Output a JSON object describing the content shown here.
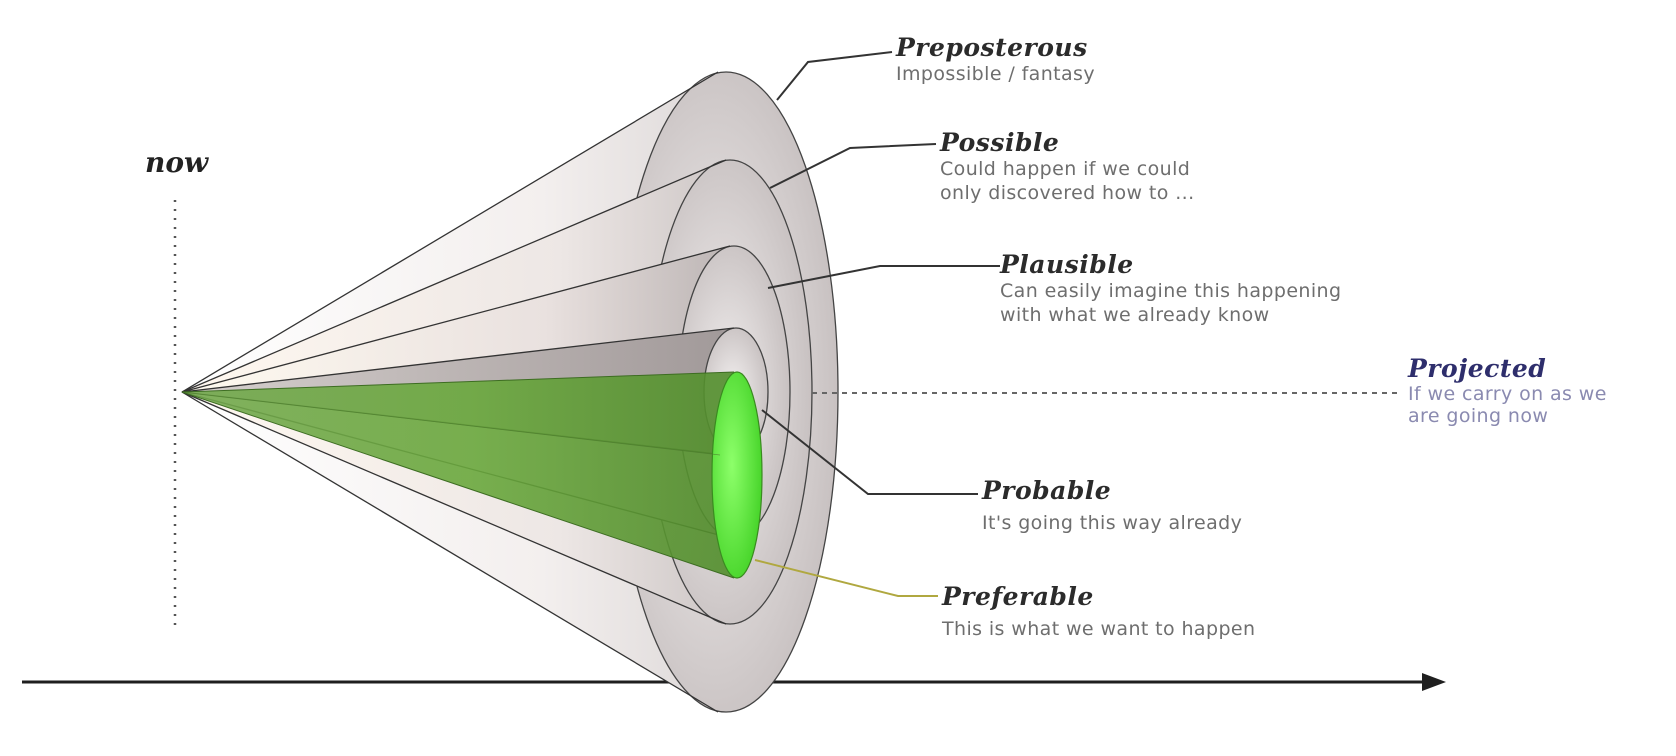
{
  "now_label": "now",
  "futures": [
    {
      "key": "preposterous",
      "title": "Preposterous",
      "desc": [
        "Impossible / fantasy"
      ]
    },
    {
      "key": "possible",
      "title": "Possible",
      "desc": [
        "Could happen if we could",
        "only discovered how to ..."
      ]
    },
    {
      "key": "plausible",
      "title": "Plausible",
      "desc": [
        "Can easily imagine this happening",
        "with what we already know"
      ]
    },
    {
      "key": "projected",
      "title": "Projected",
      "desc": [
        "If we carry on as we",
        "are going now"
      ]
    },
    {
      "key": "probable",
      "title": "Probable",
      "desc": [
        "It's going this way already"
      ]
    },
    {
      "key": "preferable",
      "title": "Preferable",
      "desc": [
        "This is what we want to happen"
      ]
    }
  ],
  "colors": {
    "cone_shade": "#b9b3b3",
    "preferable_green": "#59e33c",
    "projected_blue": "#2e2e6c",
    "axis": "#1f1f1f"
  }
}
